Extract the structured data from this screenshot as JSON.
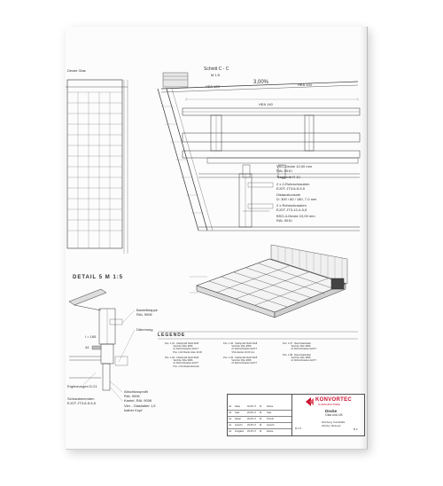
{
  "sheet": {
    "top_left_label": "Decke Glas",
    "section_title": "Schnitt C - C",
    "section_scale": "M 1:5",
    "slope": "3,00%",
    "detail_title": "DETAIL 5  M 1:5",
    "legend_title": "LEGENDE",
    "beams": [
      "HEA 120",
      "HEA 120",
      "HEA 140"
    ],
    "section_notes": [
      "VSG-Decke 10,00 mm",
      "RAL 9010",
      "Traggerät R 10",
      "2 x 2-Rohrschrauben",
      "EJOT JT3-6-5-5,5",
      "Distanzkonsole",
      "D: 300 / 80 / 180, 7-0 mm",
      "2 x Rohrschrauben",
      "EJOT JT3-12-4-5,5",
      "BSG-4-Decke 10,00 mm",
      "RAL 9010"
    ],
    "detail_notes": [
      "Bauteilklappe",
      "RAL 9006",
      "Dämmung",
      "Abschlussprofil",
      "RAL 9006",
      "Kantel, RAL 9006",
      "Vier - Glashalter 1,5",
      "halber Kopf"
    ],
    "detail_left_notes": [
      "Ergänzungen D-21",
      "Schraubenenden",
      "EJOT JT3-6-5-5,5"
    ],
    "detail_dims": [
      "I = 165",
      "44"
    ]
  },
  "legend": {
    "col1": "Pos. 1-01   Flachprofil Stahl 30x8\n             Verzinkt, RAL 9006\n             2x Rohrschrauben EJOT\n             Pos. 1-02 Decke Glas 10,00\n\nPos. 1-03   Flachprofil Stahl 30x8\n             Verzinkt, RAL 9006\n             2x Rohrschrauben EJOT\n             Pos. 1-04 Distanzkonsole",
    "col2": "Pos. 1-05   Flachprofil Stahl 30x8\n             Verzinkt, RAL 9006\n             2x Rohrschrauben EJOT\n             VSG-Decke 10,00 mm\n\nPos. 1-06   Flachprofil Stahl 30x8\n             Verzinkt, RAL 9006\n             2x Rohrschrauben EJOT",
    "col3": "Pos. 1-07   Rand Glashalter\n             Verzinkt, RAL 9006\n             2x Rohrschrauben EJOT\n\nPos. 1-08   Rand Glashalter\n             Verzinkt, RAL 9006\n             2x Rohrschrauben EJOT"
  },
  "title_block": {
    "company": "KONVORTEC",
    "company_sub": "ALUMINIUMSYSTEME",
    "project_title": "Decke",
    "project_subtitle": "Glas und UK",
    "location_line1": "Nürnberg, Kunsthalle",
    "location_line2": "Zürcher, Museum",
    "scale": "M 1:5",
    "sheet_no": "B 2",
    "revisions": [
      [
        "A4",
        "Datei",
        "02.05.17",
        "M.",
        "Decke"
      ],
      [
        "A3",
        "Glas",
        "26.05.17",
        "M.",
        "Glas"
      ],
      [
        "A2",
        "Detail",
        "26.05.17",
        "M.",
        "Schnitt"
      ],
      [
        "A1",
        "Ansicht",
        "26.05.17",
        "M.",
        "Ansicht"
      ],
      [
        "A0",
        "Freigabe",
        "26.05.17",
        "M.",
        "Decke"
      ]
    ]
  }
}
